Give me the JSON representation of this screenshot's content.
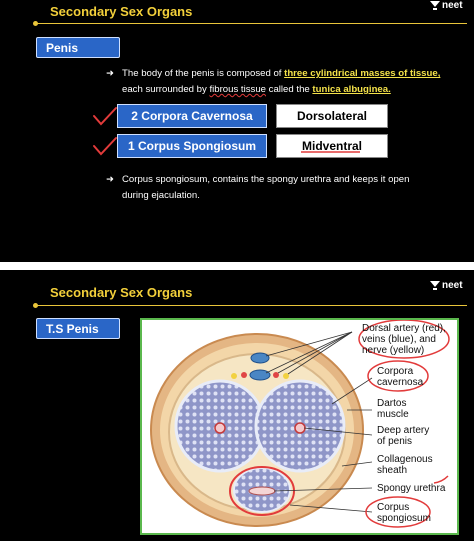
{
  "slide1": {
    "header_title": "Secondary Sex Organs",
    "logo_text": "neet",
    "tag_label": "Penis",
    "bullet1": {
      "arrow": "➜",
      "part1": "The body of the penis is composed of ",
      "highlight1": "three cylindrical masses of tissue,",
      "part2": "each surrounded by ",
      "wavy_text": "fibrous tissue",
      "part3": " called the ",
      "highlight2": "tunica albuginea."
    },
    "rows": [
      {
        "button_label": "2 Corpora Cavernosa",
        "answer": "Dorsolateral"
      },
      {
        "button_label": "1 Corpus Spongiosum",
        "answer": "Midventral"
      }
    ],
    "bullet2": {
      "arrow": "➜",
      "line1": "Corpus spongiosum, contains the spongy urethra and keeps it open",
      "line2": "during ejaculation."
    }
  },
  "slide2": {
    "header_title": "Secondary Sex Organs",
    "logo_text": "neet",
    "tag_label": "T.S Penis",
    "labels": [
      "Dorsal artery (red),",
      "veins (blue), and",
      "nerve (yellow)",
      "Corpora",
      "cavernosa",
      "Dartos",
      "muscle",
      "Deep artery",
      "of penis",
      "Collagenous",
      "sheath",
      "Spongy urethra",
      "Corpus",
      "spongiosum"
    ]
  },
  "colors": {
    "header": "#f2cf3a",
    "button_blue": "#2a66c7",
    "annotation_red": "#e23b3b",
    "diagram_border": "#5bb84d"
  }
}
